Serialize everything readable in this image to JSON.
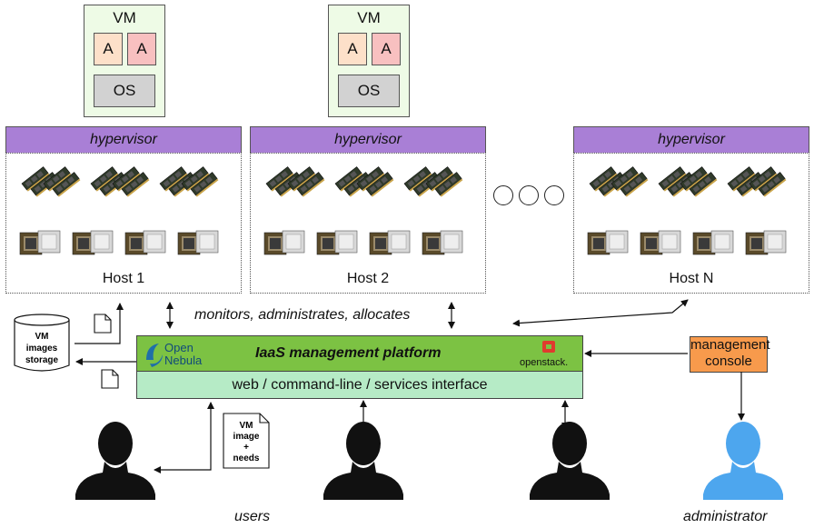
{
  "vms": [
    {
      "title": "VM",
      "app_a": "A",
      "app_b": "A",
      "os": "OS"
    },
    {
      "title": "VM",
      "app_a": "A",
      "app_b": "A",
      "os": "OS"
    }
  ],
  "hosts": [
    {
      "hypervisor": "hypervisor",
      "label": "Host 1"
    },
    {
      "hypervisor": "hypervisor",
      "label": "Host 2"
    },
    {
      "hypervisor": "hypervisor",
      "label": "Host N"
    }
  ],
  "monitors_caption": "monitors, administrates, allocates",
  "storage": {
    "line1": "VM",
    "line2": "images",
    "line3": "storage"
  },
  "platform": {
    "title": "IaaS management platform",
    "interface": "web / command-line / services interface",
    "logo_opennebula_1": "Open",
    "logo_opennebula_2": "Nebula",
    "logo_openstack": "openstack."
  },
  "management_console": {
    "line1": "management",
    "line2": "console"
  },
  "vm_request_doc": {
    "line1": "VM",
    "line2": "image",
    "line3": "+",
    "line4": "needs"
  },
  "users_caption": "users",
  "administrator_caption": "administrator",
  "colors": {
    "vm_bg": "#eefbe6",
    "app_a": "#fde0c9",
    "app_b": "#f8c0c0",
    "os": "#d2d2d2",
    "hypervisor": "#a97fd6",
    "platform": "#7cc243",
    "interface": "#b6ebc6",
    "console": "#f79a4c",
    "admin_figure": "#4da6ee",
    "user_figure": "#111111"
  }
}
